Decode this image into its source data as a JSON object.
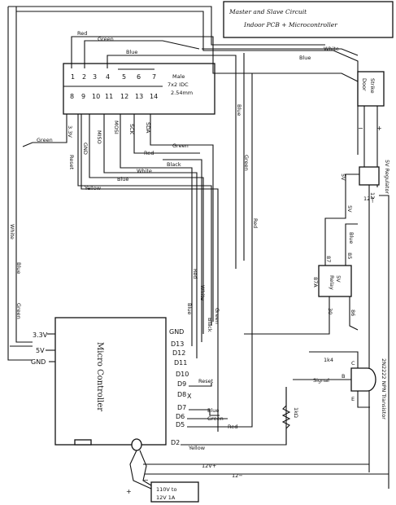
{
  "title": {
    "line1": "Master and Slave Circuit",
    "line2": "Indoor PCB + Microcontroller"
  },
  "idc": {
    "top_pins": [
      "1",
      "2",
      "3",
      "4",
      "5",
      "6",
      "7"
    ],
    "bottom_pins": [
      "8",
      "9",
      "10",
      "11",
      "12",
      "13",
      "14"
    ],
    "desc1": "Male",
    "desc2": "7x2 IDC",
    "desc3": "2.54mm",
    "pin_labels": [
      "3.3V",
      "Reset",
      "GND",
      "MISO",
      "MOSI",
      "SCK",
      "SDA"
    ]
  },
  "mcu": {
    "name": "Micro Controller",
    "left_pins": [
      "3.3V",
      "5V",
      "GND"
    ],
    "right_pins": [
      "GND",
      "D13",
      "D12",
      "D11",
      "D10",
      "D9",
      "D8",
      "D7",
      "D6",
      "D5",
      "D2"
    ]
  },
  "wire_labels": {
    "red_top": "Red",
    "green_top": "Green",
    "blue_top": "Blue",
    "white_top": "White",
    "blue2": "Blue",
    "blue_v": "Blue",
    "green_v": "Green",
    "red_v": "Red",
    "green_left": "Green",
    "reset": "Reset",
    "yellow": "Yellow",
    "green_sda": "Green",
    "red_sck": "Red",
    "black": "Black",
    "white_mid": "White",
    "blue_mid": "Blue",
    "white_left": "White",
    "blue_left": "Blue",
    "green_left2": "Green",
    "red_d": "Red",
    "white_d": "White",
    "black_d": "Black",
    "blue_d": "Blue",
    "green_d": "Green",
    "reset_d9": "Reset",
    "x_d8": "X",
    "blue_d7": "Blue",
    "green_d6": "Green",
    "red_d5": "Red",
    "yellow_d2": "Yellow"
  },
  "door_strike": {
    "label1": "Door",
    "label2": "Strike",
    "minus": "−",
    "plus": "+"
  },
  "regulator": {
    "label": "5V Regulator",
    "neg": "12−",
    "pos": "12+",
    "out": "5V",
    "gnd": "5V"
  },
  "relay": {
    "name1": "5V",
    "name2": "Relay",
    "p87": "87",
    "p87a": "87A",
    "p30": "30",
    "p85": "85",
    "p86": "86",
    "blue_p85": "Blue"
  },
  "transistor": {
    "label": "2N2222 NPN Transistor",
    "pin_b": "B",
    "pin_c": "C",
    "pin_e": "E",
    "d4": "1k4",
    "signal": "Signal"
  },
  "resistor": {
    "value": "1kΩ"
  },
  "power": {
    "label1": "110V to",
    "label2": "12V 1A",
    "plus": "+",
    "minus": "−",
    "v12p": "12V+",
    "v12n": "12−"
  }
}
